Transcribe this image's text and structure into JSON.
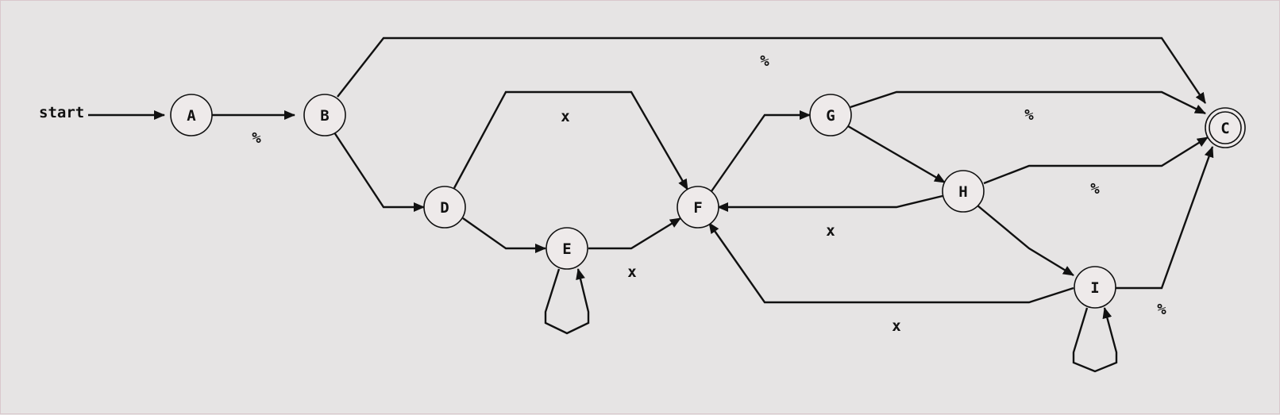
{
  "diagram": {
    "start_label": "start",
    "states": [
      {
        "id": "A",
        "label": "A",
        "accepting": false
      },
      {
        "id": "B",
        "label": "B",
        "accepting": false
      },
      {
        "id": "C",
        "label": "C",
        "accepting": true
      },
      {
        "id": "D",
        "label": "D",
        "accepting": false
      },
      {
        "id": "E",
        "label": "E",
        "accepting": false
      },
      {
        "id": "F",
        "label": "F",
        "accepting": false
      },
      {
        "id": "G",
        "label": "G",
        "accepting": false
      },
      {
        "id": "H",
        "label": "H",
        "accepting": false
      },
      {
        "id": "I",
        "label": "I",
        "accepting": false
      }
    ],
    "transitions": [
      {
        "id": "t-start-A",
        "from": "start",
        "to": "A",
        "label": ""
      },
      {
        "id": "t-A-B",
        "from": "A",
        "to": "B",
        "label": "%"
      },
      {
        "id": "t-B-C",
        "from": "B",
        "to": "C",
        "label": "%"
      },
      {
        "id": "t-B-D",
        "from": "B",
        "to": "D",
        "label": ""
      },
      {
        "id": "t-D-F",
        "from": "D",
        "to": "F",
        "label": "x"
      },
      {
        "id": "t-D-E",
        "from": "D",
        "to": "E",
        "label": ""
      },
      {
        "id": "t-E-E",
        "from": "E",
        "to": "E",
        "label": ""
      },
      {
        "id": "t-E-F",
        "from": "E",
        "to": "F",
        "label": "x"
      },
      {
        "id": "t-F-G",
        "from": "F",
        "to": "G",
        "label": ""
      },
      {
        "id": "t-G-C",
        "from": "G",
        "to": "C",
        "label": "%"
      },
      {
        "id": "t-G-H",
        "from": "G",
        "to": "H",
        "label": ""
      },
      {
        "id": "t-H-C",
        "from": "H",
        "to": "C",
        "label": "%"
      },
      {
        "id": "t-H-F",
        "from": "H",
        "to": "F",
        "label": "x"
      },
      {
        "id": "t-H-I",
        "from": "H",
        "to": "I",
        "label": ""
      },
      {
        "id": "t-I-F",
        "from": "I",
        "to": "F",
        "label": "x"
      },
      {
        "id": "t-I-I",
        "from": "I",
        "to": "I",
        "label": ""
      },
      {
        "id": "t-I-C",
        "from": "I",
        "to": "C",
        "label": "%"
      }
    ]
  }
}
